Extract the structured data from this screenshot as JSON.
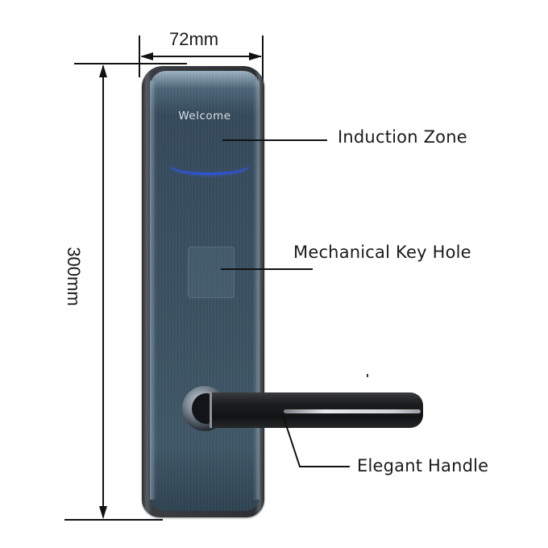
{
  "diagram": {
    "subject": "Hotel door lock (front view)",
    "dimensions": {
      "width": {
        "label": "72mm",
        "value": 72,
        "unit": "mm"
      },
      "height": {
        "label": "300mm",
        "value": 300,
        "unit": "mm"
      }
    },
    "lock_panel": {
      "display_text": "Welcome",
      "indicator_color": "#2f52d6",
      "panel_color": "#3a5060"
    },
    "callouts": [
      {
        "id": "induction-zone",
        "label": "Induction Zone"
      },
      {
        "id": "mechanical-key-hole",
        "label": "Mechanical Key Hole"
      },
      {
        "id": "elegant-handle",
        "label": "Elegant Handle"
      }
    ]
  }
}
